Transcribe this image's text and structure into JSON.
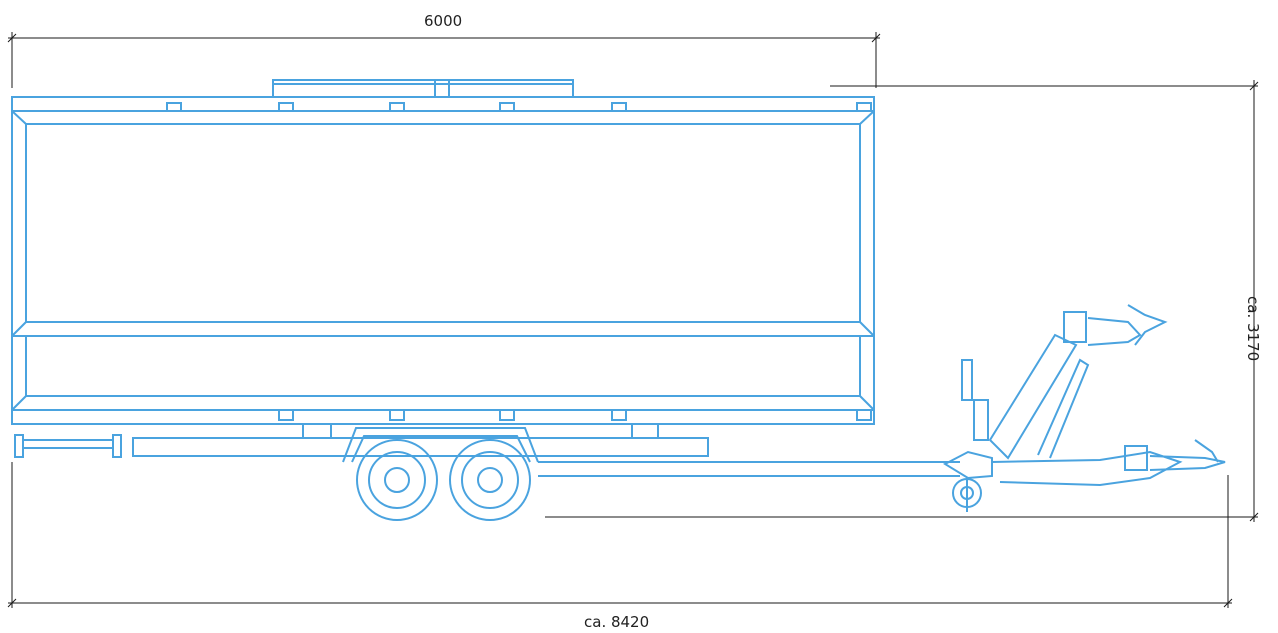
{
  "dimensions": {
    "length_box": "6000",
    "total_length": "ca. 8420",
    "total_height": "ca. 3170"
  },
  "colors": {
    "outline": "#4aa3df",
    "dimension_lines": "#1a1a1a",
    "background": "#ffffff"
  }
}
